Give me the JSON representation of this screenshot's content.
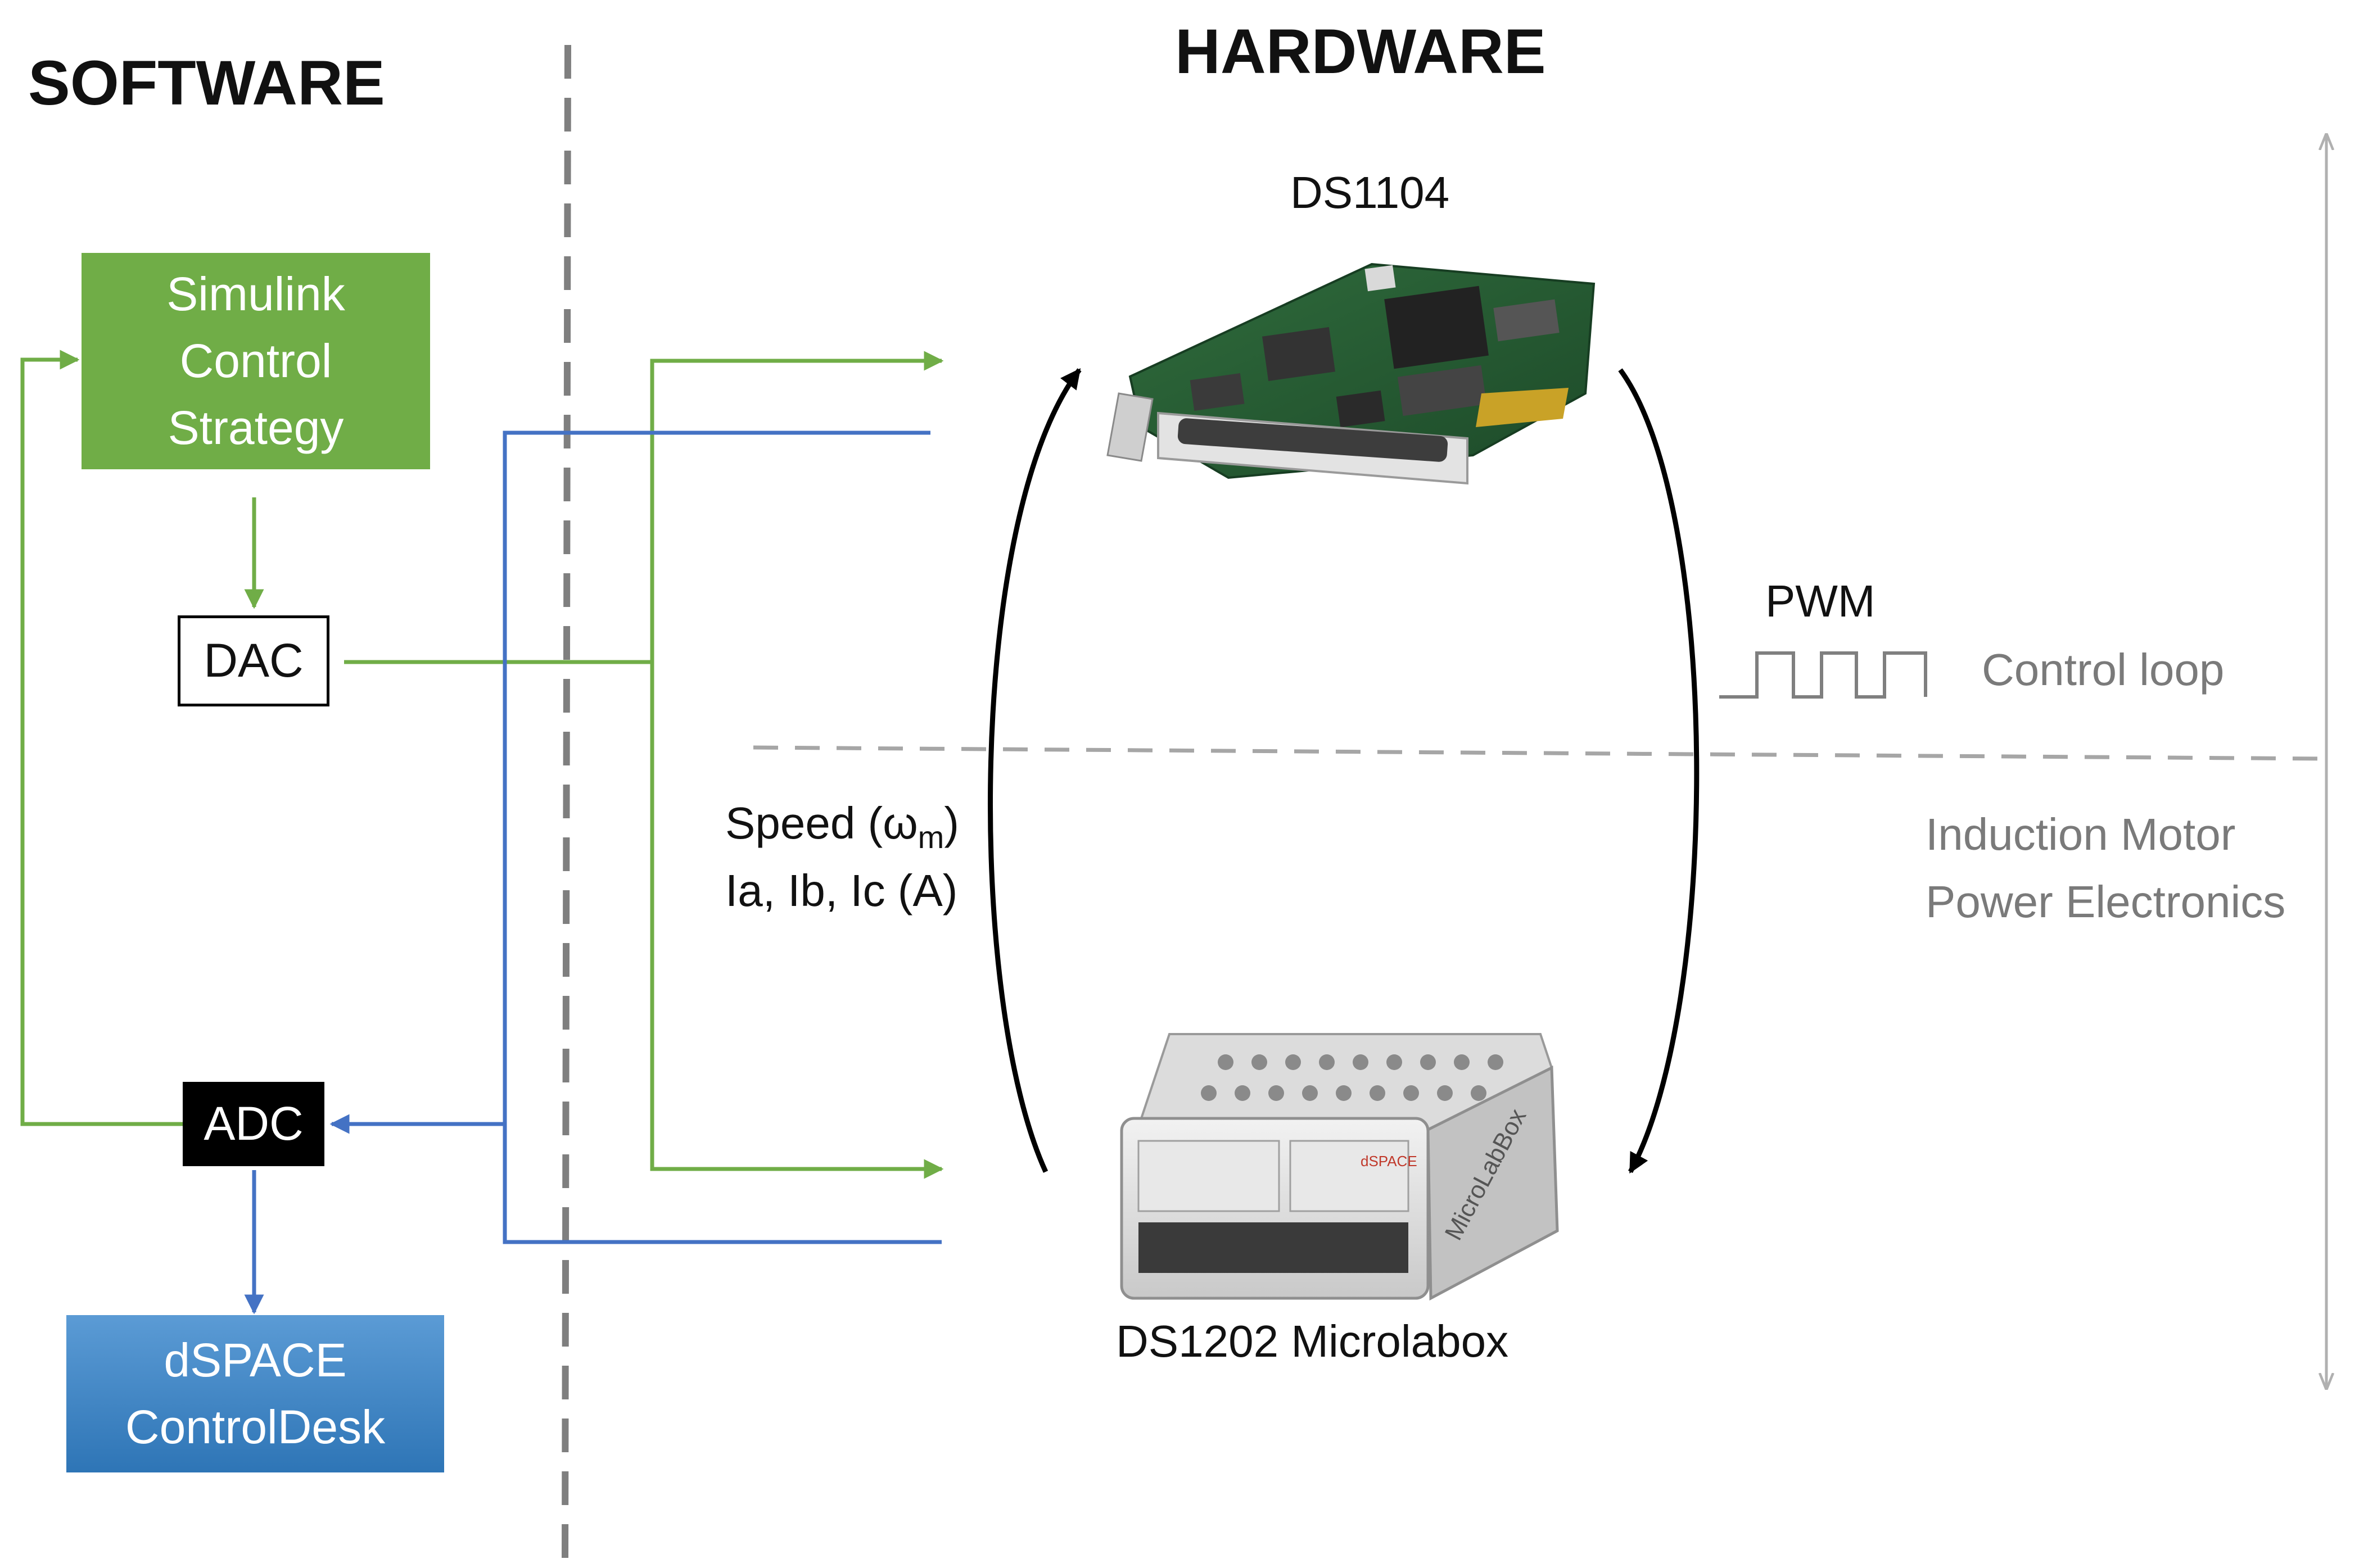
{
  "titles": {
    "software": "SOFTWARE",
    "hardware": "HARDWARE"
  },
  "blocks": {
    "simulink": "Simulink\nControl\nStrategy",
    "dac": "DAC",
    "adc": "ADC",
    "controldesk": "dSPACE\nControlDesk"
  },
  "devices": {
    "ds1104": "DS1104",
    "microlabox": "DS1202 Microlabox",
    "microlabox_brand": "MicroLabBox",
    "dspace_logo": "dSPACE"
  },
  "signals": {
    "pwm": "PWM",
    "control_loop": "Control loop",
    "speed_prefix": "Speed (ω",
    "speed_sub": "m",
    "speed_suffix": ")",
    "currents": "Ia, Ib, Ic (A)"
  },
  "plant": {
    "line1": "Induction Motor",
    "line2": "Power Electronics"
  },
  "colors": {
    "green": "#70AD47",
    "blue": "#4472C4",
    "controldesk_top": "#5B9BD5",
    "controldesk_bottom": "#2E75B6",
    "black": "#000000",
    "gray_text": "#7a7a7a",
    "divider": "#7f7f7f"
  }
}
